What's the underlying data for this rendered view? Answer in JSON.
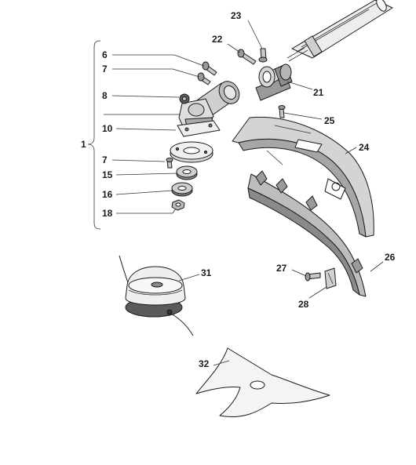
{
  "callouts": {
    "c1": "1",
    "c6": "6",
    "c7a": "7",
    "c8": "8",
    "c10": "10",
    "c7b": "7",
    "c15": "15",
    "c16": "16",
    "c18": "18",
    "c21": "21",
    "c22": "22",
    "c23": "23",
    "c24": "24",
    "c25": "25",
    "c26": "26",
    "c27": "27",
    "c28": "28",
    "c31": "31",
    "c32": "32"
  },
  "colors": {
    "line": "#1a1a1a",
    "shade_light": "#e6e6e6",
    "shade_mid": "#bdbdbd",
    "shade_dark": "#7a7a7a"
  }
}
